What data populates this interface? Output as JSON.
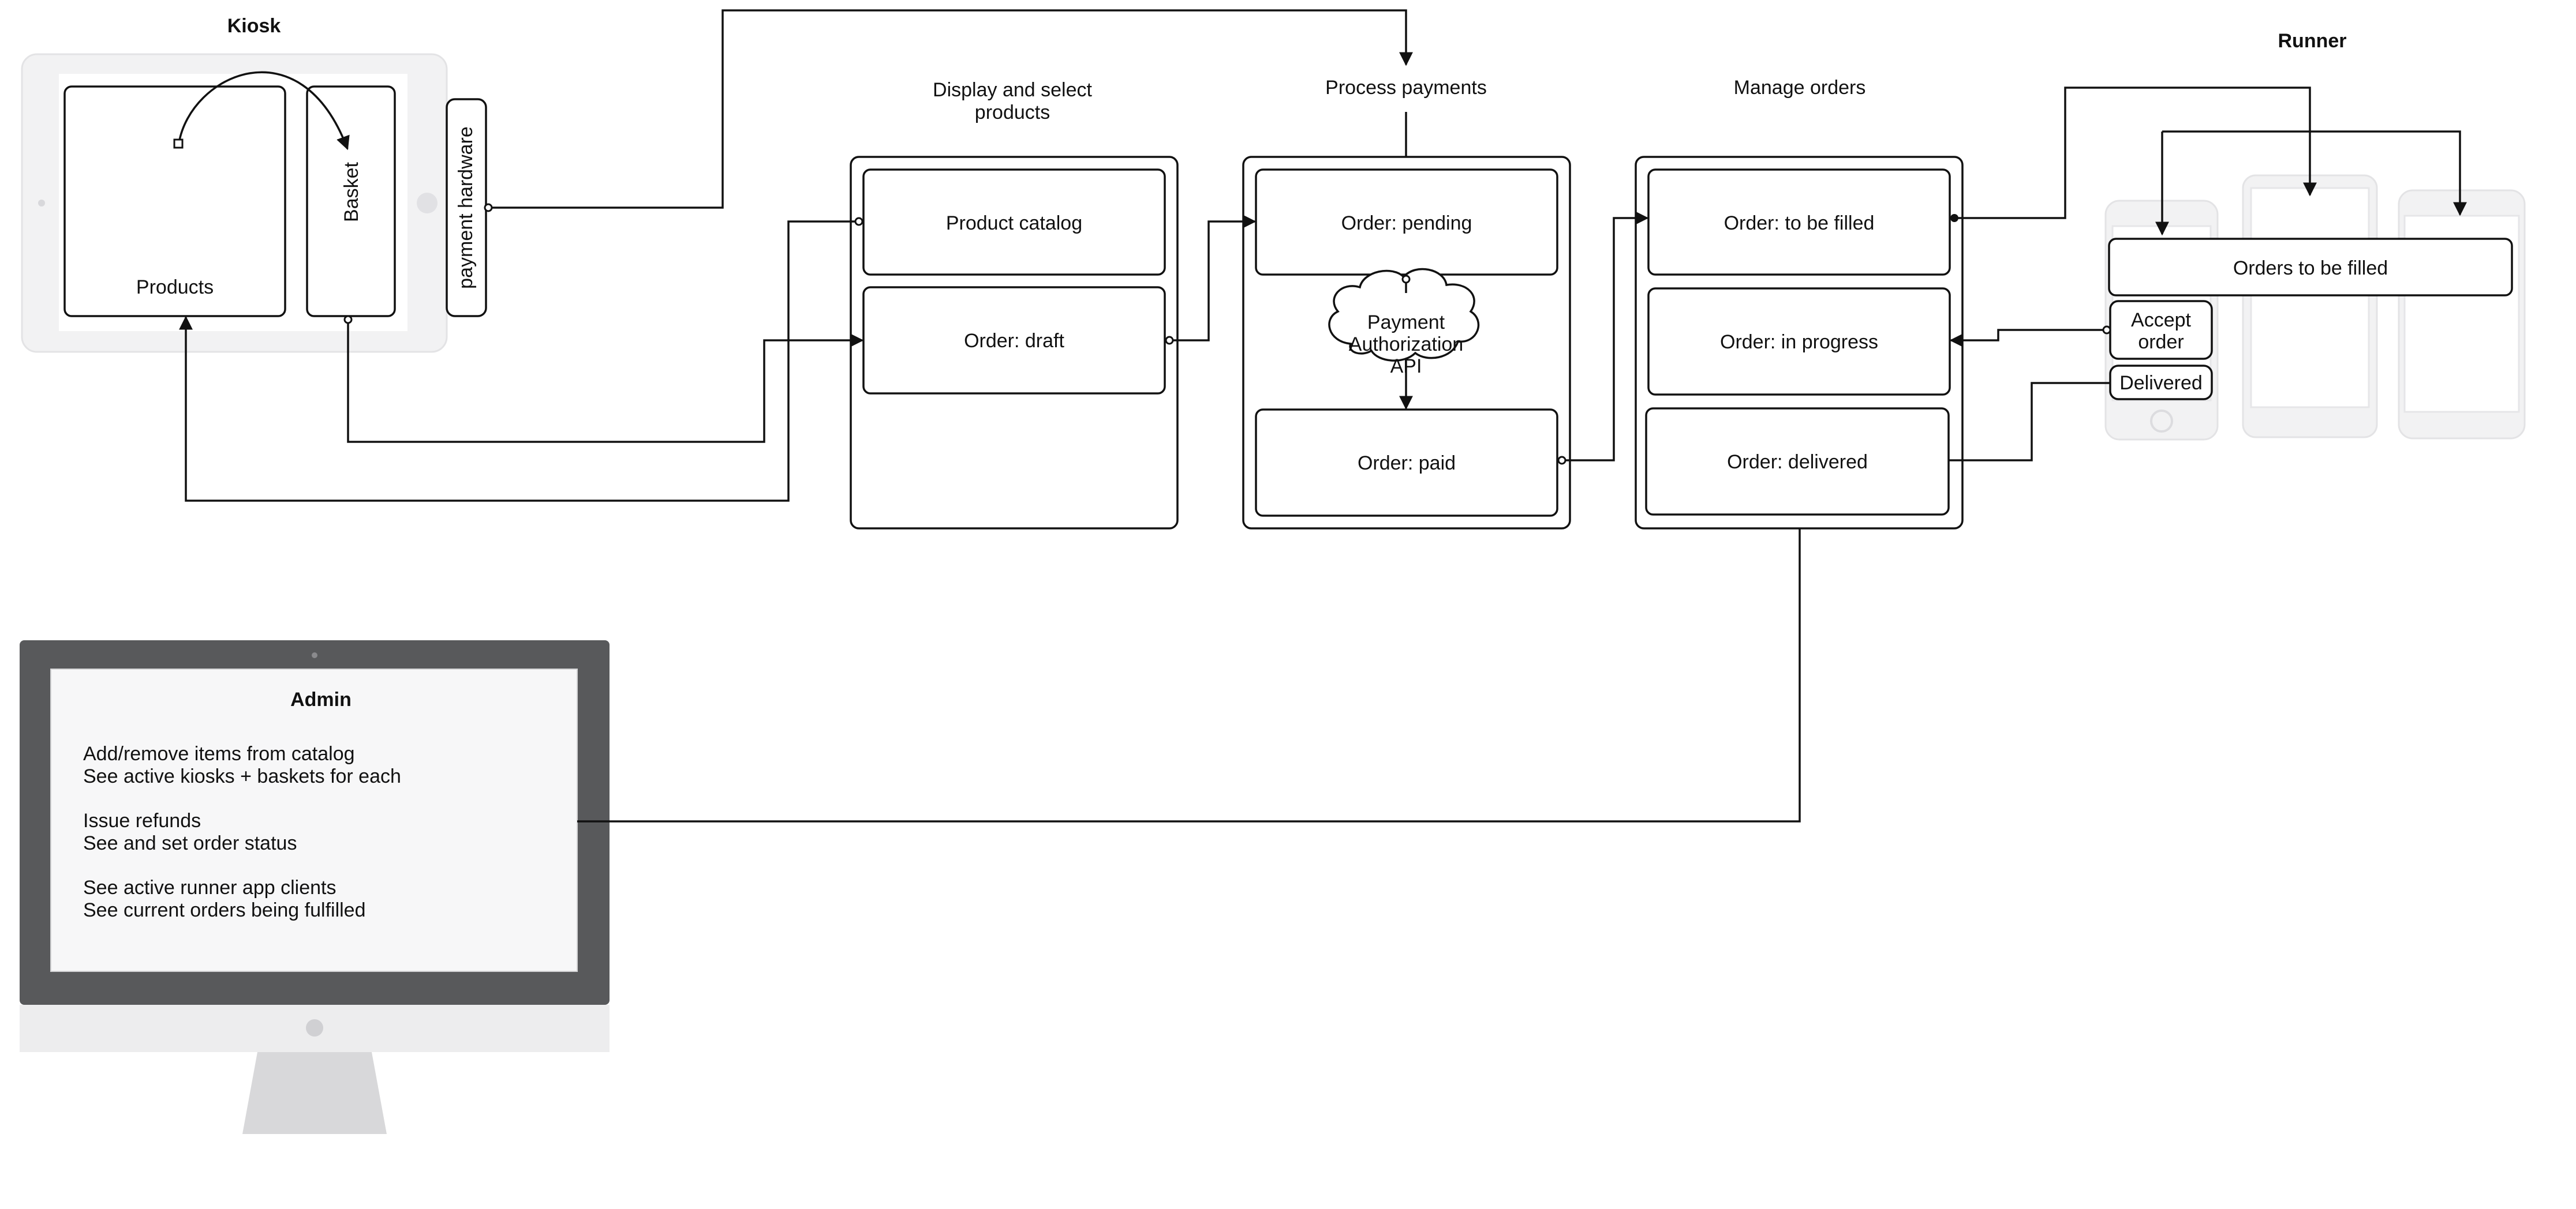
{
  "kiosk": {
    "title": "Kiosk",
    "products": "Products",
    "basket": "Basket",
    "payment_hardware": "payment hardware"
  },
  "sections": {
    "display": [
      "Display and select",
      "products"
    ],
    "payments": "Process payments",
    "orders": "Manage orders"
  },
  "display_boxes": {
    "catalog": "Product catalog",
    "draft": "Order: draft"
  },
  "payment_boxes": {
    "pending": "Order: pending",
    "api": [
      "Payment",
      "Authorization",
      "API"
    ],
    "paid": "Order: paid"
  },
  "order_boxes": {
    "to_be_filled": "Order: to be filled",
    "in_progress": "Order: in progress",
    "delivered": "Order: delivered"
  },
  "runner": {
    "title": "Runner",
    "orders_box": "Orders to be filled",
    "accept": [
      "Accept",
      "order"
    ],
    "delivered": "Delivered"
  },
  "admin": {
    "title": "Admin",
    "lines": [
      "Add/remove items from catalog",
      "See active kiosks + baskets for each",
      "Issue refunds",
      "See and set order status",
      "See active runner app clients",
      "See current orders being fulfilled"
    ]
  }
}
